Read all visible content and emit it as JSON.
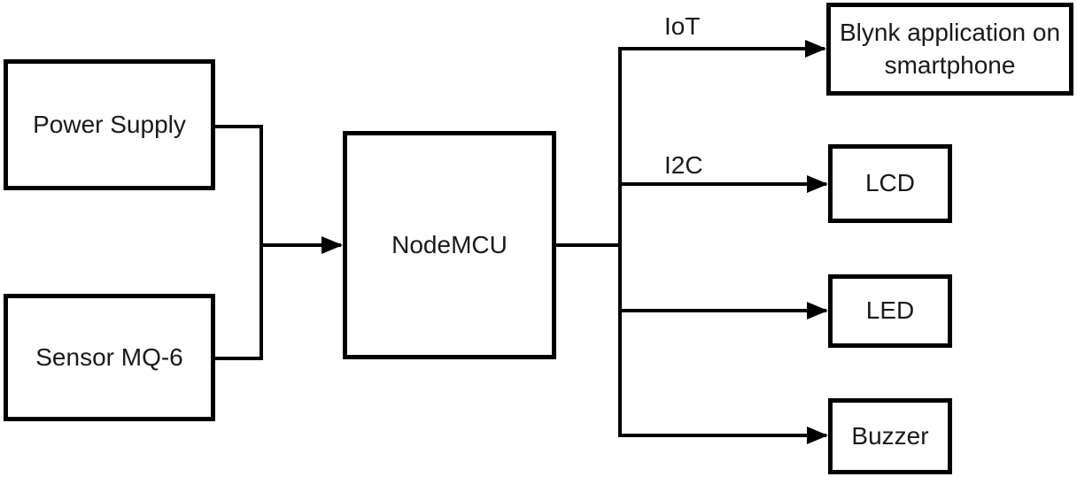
{
  "diagram": {
    "type": "block-diagram",
    "nodes": {
      "power_supply": {
        "label": "Power Supply"
      },
      "sensor": {
        "label": "Sensor MQ-6"
      },
      "nodemcu": {
        "label": "NodeMCU"
      },
      "blynk": {
        "label": "Blynk application on smartphone"
      },
      "lcd": {
        "label": "LCD"
      },
      "led": {
        "label": "LED"
      },
      "buzzer": {
        "label": "Buzzer"
      }
    },
    "edges": [
      {
        "from": "power_supply",
        "to": "nodemcu",
        "label": ""
      },
      {
        "from": "sensor",
        "to": "nodemcu",
        "label": ""
      },
      {
        "from": "nodemcu",
        "to": "blynk",
        "label": "IoT"
      },
      {
        "from": "nodemcu",
        "to": "lcd",
        "label": "I2C"
      },
      {
        "from": "nodemcu",
        "to": "led",
        "label": ""
      },
      {
        "from": "nodemcu",
        "to": "buzzer",
        "label": ""
      }
    ],
    "edge_labels": {
      "iot": "IoT",
      "i2c": "I2C"
    },
    "colors": {
      "line": "#000000",
      "background": "#ffffff",
      "text": "#1a1a1a"
    }
  }
}
